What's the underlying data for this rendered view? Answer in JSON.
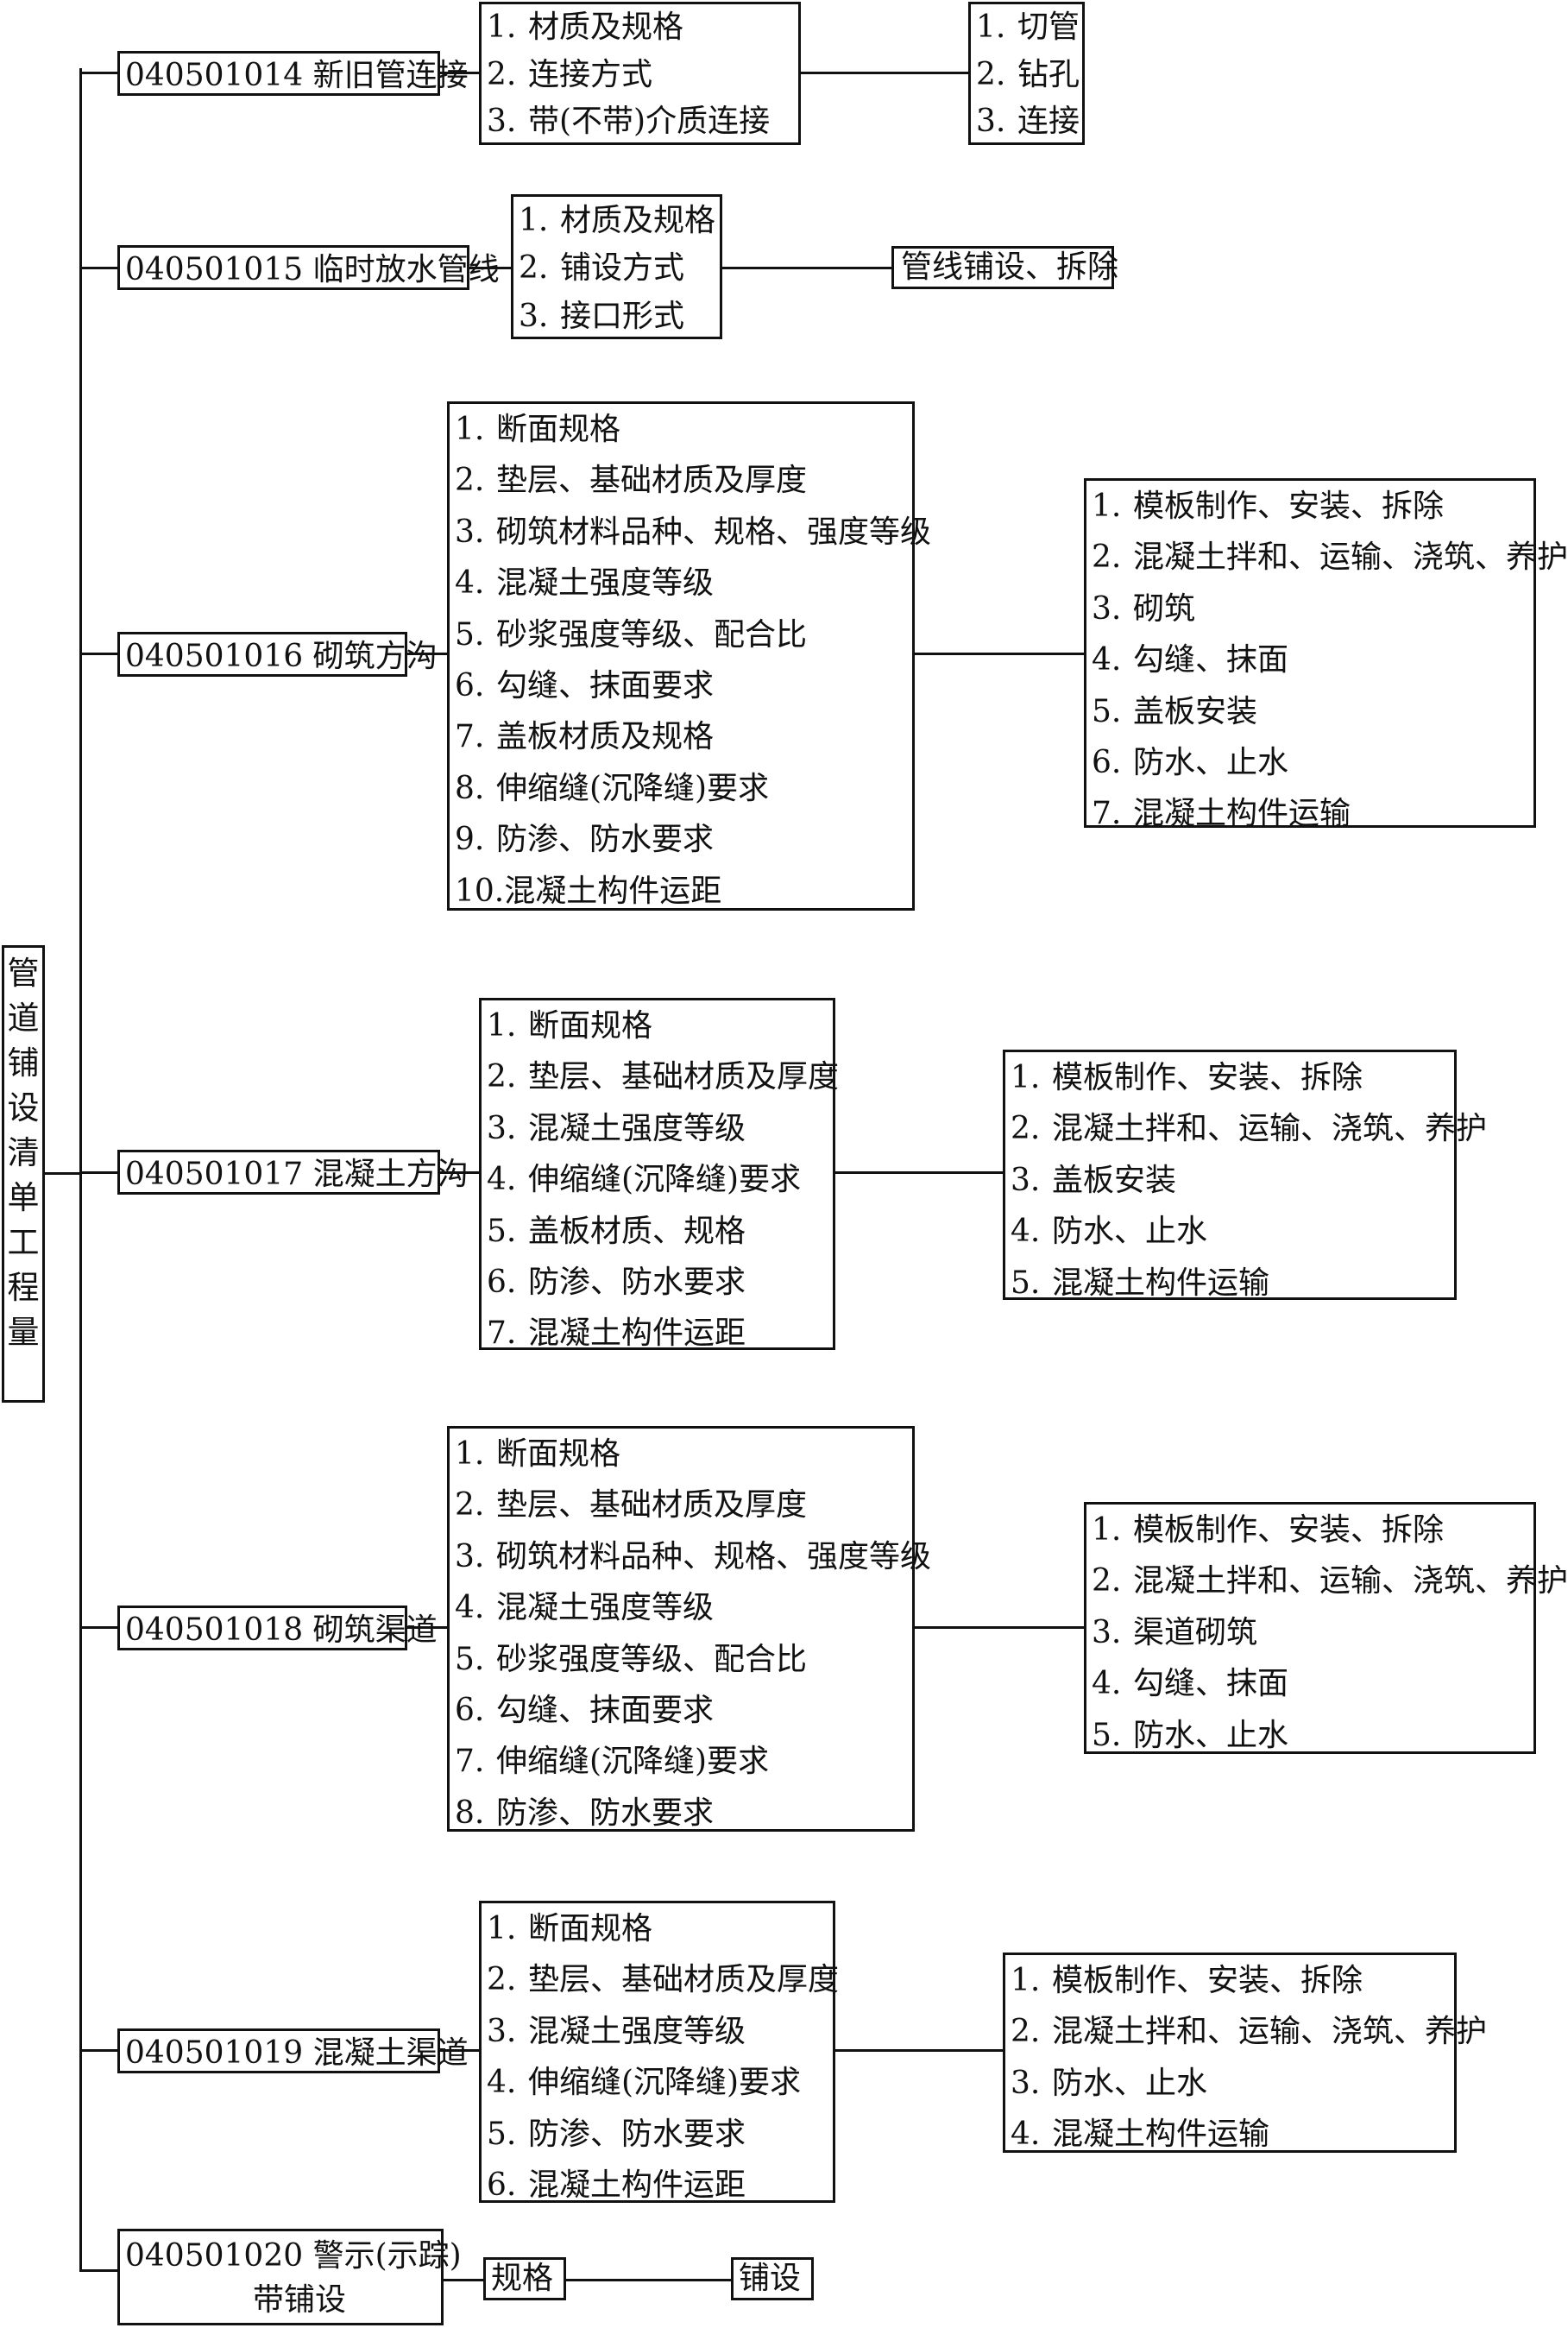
{
  "root": {
    "chars": [
      "管",
      "道",
      "铺",
      "设",
      "清",
      "单",
      "工",
      "程",
      "量"
    ]
  },
  "items": [
    {
      "code": "040501014 新旧管连接",
      "features": [
        "材质及规格",
        "连接方式",
        "带(不带)介质连接"
      ],
      "works": [
        "切管",
        "钻孔",
        "连接"
      ]
    },
    {
      "code": "040501015 临时放水管线",
      "features": [
        "材质及规格",
        "铺设方式",
        "接口形式"
      ],
      "works": [
        "管线铺设、拆除"
      ]
    },
    {
      "code": "040501016 砌筑方沟",
      "features": [
        "断面规格",
        "垫层、基础材质及厚度",
        "砌筑材料品种、规格、强度等级",
        "混凝土强度等级",
        "砂浆强度等级、配合比",
        "勾缝、抹面要求",
        "盖板材质及规格",
        "伸缩缝(沉降缝)要求",
        "防渗、防水要求",
        "混凝土构件运距"
      ],
      "works": [
        "模板制作、安装、拆除",
        "混凝土拌和、运输、浇筑、养护",
        "砌筑",
        "勾缝、抹面",
        "盖板安装",
        "防水、止水",
        "混凝土构件运输"
      ]
    },
    {
      "code": "040501017 混凝土方沟",
      "features": [
        "断面规格",
        "垫层、基础材质及厚度",
        "混凝土强度等级",
        "伸缩缝(沉降缝)要求",
        "盖板材质、规格",
        "防渗、防水要求",
        "混凝土构件运距"
      ],
      "works": [
        "模板制作、安装、拆除",
        "混凝土拌和、运输、浇筑、养护",
        "盖板安装",
        "防水、止水",
        "混凝土构件运输"
      ]
    },
    {
      "code": "040501018 砌筑渠道",
      "features": [
        "断面规格",
        "垫层、基础材质及厚度",
        "砌筑材料品种、规格、强度等级",
        "混凝土强度等级",
        "砂浆强度等级、配合比",
        "勾缝、抹面要求",
        "伸缩缝(沉降缝)要求",
        "防渗、防水要求"
      ],
      "works": [
        "模板制作、安装、拆除",
        "混凝土拌和、运输、浇筑、养护",
        "渠道砌筑",
        "勾缝、抹面",
        "防水、止水"
      ]
    },
    {
      "code": "040501019 混凝土渠道",
      "features": [
        "断面规格",
        "垫层、基础材质及厚度",
        "混凝土强度等级",
        "伸缩缝(沉降缝)要求",
        "防渗、防水要求",
        "混凝土构件运距"
      ],
      "works": [
        "模板制作、安装、拆除",
        "混凝土拌和、运输、浇筑、养护",
        "防水、止水",
        "混凝土构件运输"
      ]
    },
    {
      "code_line1": "040501020 警示(示踪)",
      "code_line2": "带铺设",
      "features": [
        "规格"
      ],
      "works": [
        "铺设"
      ]
    }
  ]
}
